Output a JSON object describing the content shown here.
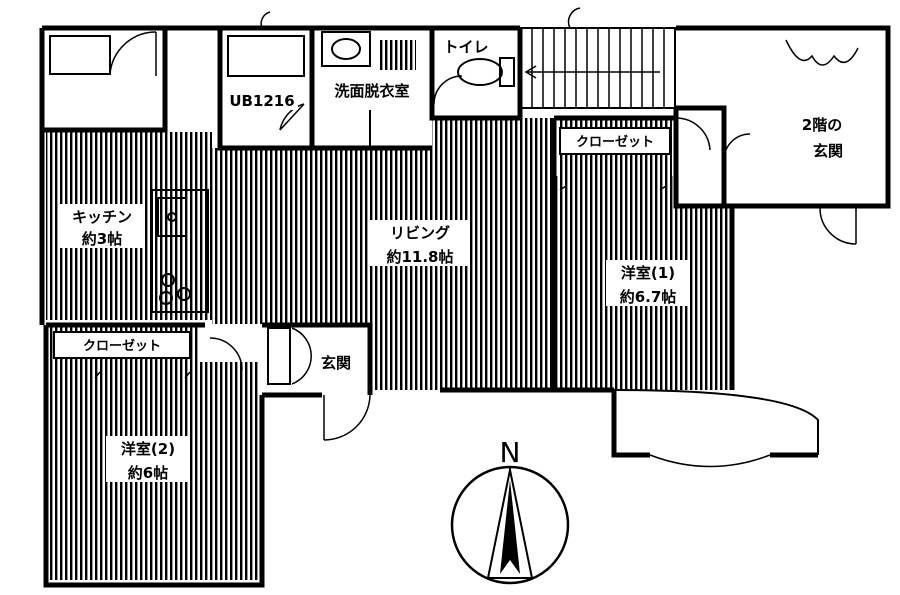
{
  "rooms": {
    "kitchen": {
      "name": "キッチン",
      "size": "約3帖"
    },
    "living": {
      "name": "リビング",
      "size": "約11.8帖"
    },
    "western1": {
      "name": "洋室(1)",
      "size": "約6.7帖"
    },
    "western2": {
      "name": "洋室(2)",
      "size": "約6帖"
    },
    "bath": {
      "name": "UB1216"
    },
    "washroom": {
      "name": "洗面脱衣室"
    },
    "toilet": {
      "name": "トイレ"
    },
    "entrance": {
      "name": "玄関"
    },
    "entrance2f": {
      "name_line1": "2階の",
      "name_line2": "玄関"
    },
    "closet1": {
      "name": "クローゼット"
    },
    "closet2": {
      "name": "クローゼット"
    }
  },
  "compass": {
    "label": "N"
  },
  "colors": {
    "line": "#000000",
    "background": "#ffffff"
  }
}
